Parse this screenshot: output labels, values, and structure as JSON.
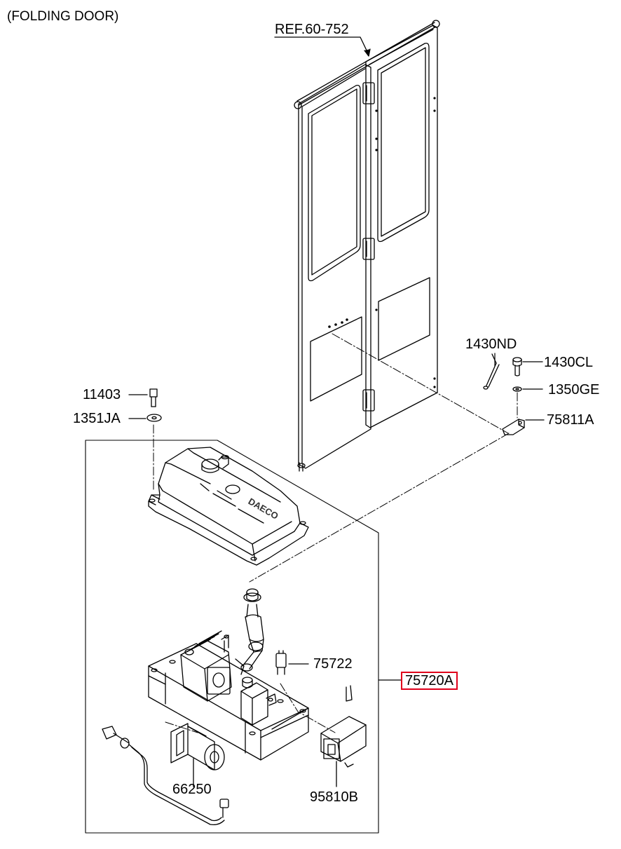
{
  "header": {
    "title": "(FOLDING DOOR)"
  },
  "reference": {
    "label": "REF.60-752"
  },
  "parts": {
    "p1430ND": "1430ND",
    "p1430CL": "1430CL",
    "p1350GE": "1350GE",
    "p75811A": "75811A",
    "p11403": "11403",
    "p1351JA": "1351JA",
    "p75722": "75722",
    "p75720A": "75720A",
    "p66250": "66250",
    "p95810B": "95810B"
  },
  "logo_text": "DAECO",
  "highlight_color": "#e0001b"
}
